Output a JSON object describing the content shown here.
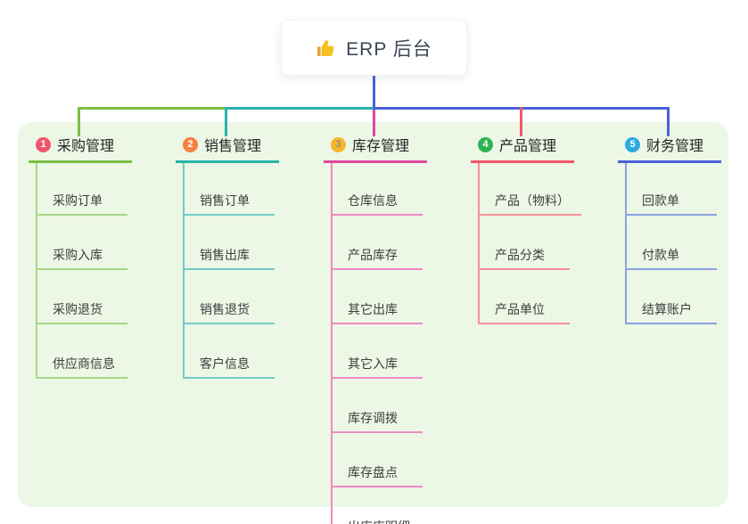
{
  "root": {
    "label": "ERP 后台",
    "icon": "thumbs-up-icon"
  },
  "canvas": {
    "background": "#ecf7e6"
  },
  "trunk_color": "#4961d8",
  "branches": [
    {
      "badge": {
        "number": "1",
        "bg": "#f0566d",
        "fg": "#ffffff"
      },
      "title": "采购管理",
      "line_color": "#7abf43",
      "child_line_color": "#a6d787",
      "children": [
        "采购订单",
        "采购入库",
        "采购退货",
        "供应商信息"
      ]
    },
    {
      "badge": {
        "number": "2",
        "bg": "#f5813e",
        "fg": "#ffffff"
      },
      "title": "销售管理",
      "line_color": "#27b3ab",
      "child_line_color": "#72ccc4",
      "children": [
        "销售订单",
        "销售出库",
        "销售退货",
        "客户信息"
      ]
    },
    {
      "badge": {
        "number": "3",
        "bg": "#f7b42d",
        "fg": "#8f8f8f"
      },
      "title": "库存管理",
      "line_color": "#e0479e",
      "child_line_color": "#ee8ac2",
      "children": [
        "仓库信息",
        "产品库存",
        "其它出库",
        "其它入库",
        "库存调拨",
        "库存盘点",
        "出库库明细"
      ]
    },
    {
      "badge": {
        "number": "4",
        "bg": "#2fb351",
        "fg": "#ffffff"
      },
      "title": "产品管理",
      "line_color": "#f2566b",
      "child_line_color": "#f68f99",
      "children": [
        "产品（物料）",
        "产品分类",
        "产品单位"
      ]
    },
    {
      "badge": {
        "number": "5",
        "bg": "#2ca9e1",
        "fg": "#ffffff"
      },
      "title": "财务管理",
      "line_color": "#4961d8",
      "child_line_color": "#8ba2e2",
      "children": [
        "回款单",
        "付款单",
        "结算账户"
      ]
    }
  ]
}
